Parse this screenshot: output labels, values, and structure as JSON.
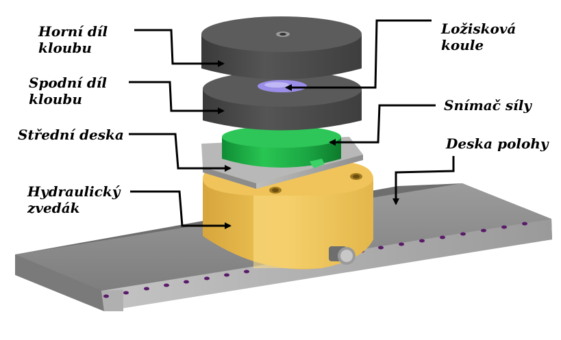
{
  "labels": {
    "horni_line1": "Horní díl",
    "horni_line2": "kloubu",
    "spodni_line1": "Spodní díl",
    "spodni_line2": "kloubu",
    "stredni": "Střední deska",
    "hydraulicky_line1": "Hydraulický",
    "hydraulicky_line2": "zvedák",
    "loziskova_line1": "Ložisková",
    "loziskova_line2": "koule",
    "snimac": "Snímač síly",
    "deska_polohy": "Deska polohy"
  },
  "colors": {
    "base_plate": "#8a8a8a",
    "jack": "#e8b84a",
    "middle_plate": "#a8a8a8",
    "load_cell": "#22b04a",
    "joint": "#4c4c4c",
    "ball": "#9a8ee8",
    "holes": "#5a1a6a",
    "arrows": "#000000"
  }
}
